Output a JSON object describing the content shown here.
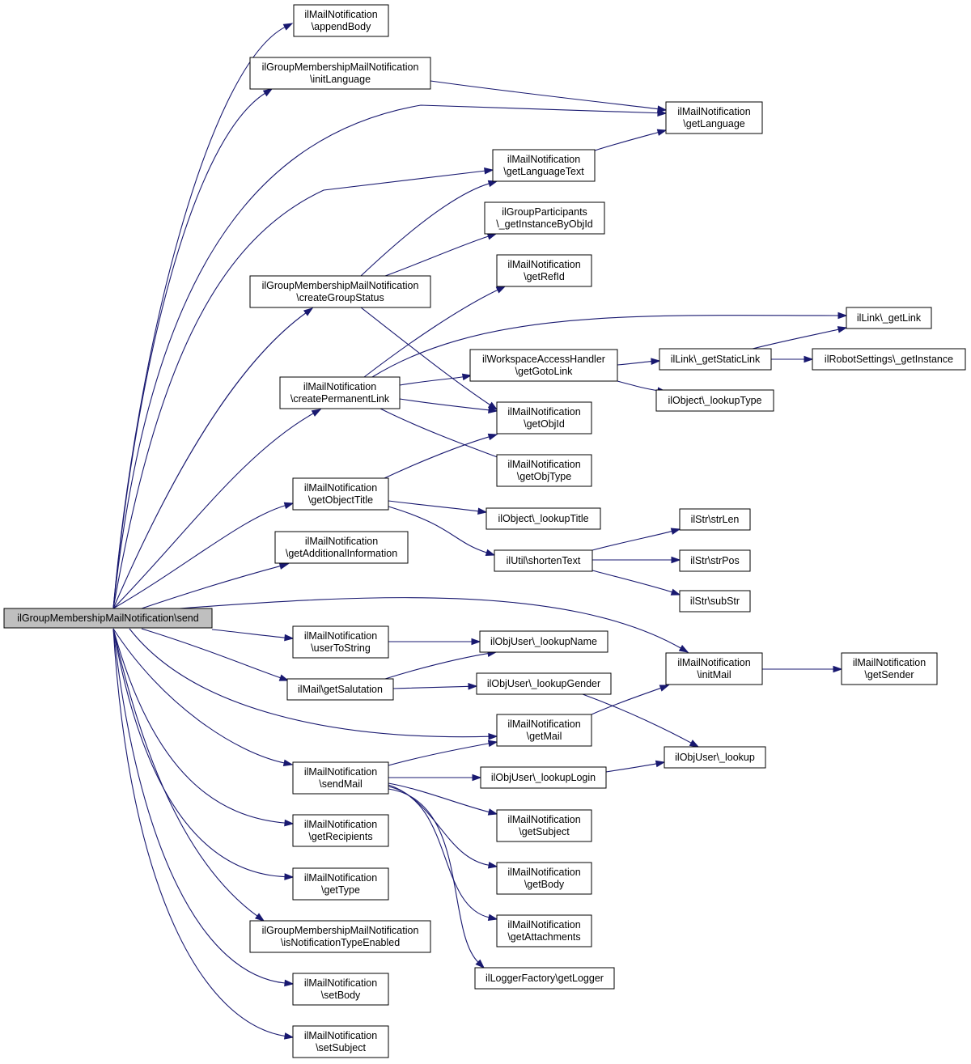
{
  "nodes": {
    "send": [
      "ilGroupMembershipMailNotification\\send"
    ],
    "appendBody": [
      "ilMailNotification",
      "\\appendBody"
    ],
    "initLanguage": [
      "ilGroupMembershipMailNotification",
      "\\initLanguage"
    ],
    "getLanguage": [
      "ilMailNotification",
      "\\getLanguage"
    ],
    "getLanguageText": [
      "ilMailNotification",
      "\\getLanguageText"
    ],
    "getInstanceByObjId": [
      "ilGroupParticipants",
      "\\_getInstanceByObjId"
    ],
    "getRefId": [
      "ilMailNotification",
      "\\getRefId"
    ],
    "createGroupStatus": [
      "ilGroupMembershipMailNotification",
      "\\createGroupStatus"
    ],
    "linkGetLink": [
      "ilLink\\_getLink"
    ],
    "createPermanentLink": [
      "ilMailNotification",
      "\\createPermanentLink"
    ],
    "getGotoLink": [
      "ilWorkspaceAccessHandler",
      "\\getGotoLink"
    ],
    "getStaticLink": [
      "ilLink\\_getStaticLink"
    ],
    "robotGetInstance": [
      "ilRobotSettings\\_getInstance"
    ],
    "lookupType": [
      "ilObject\\_lookupType"
    ],
    "getObjId": [
      "ilMailNotification",
      "\\getObjId"
    ],
    "getObjType": [
      "ilMailNotification",
      "\\getObjType"
    ],
    "getObjectTitle": [
      "ilMailNotification",
      "\\getObjectTitle"
    ],
    "lookupTitle": [
      "ilObject\\_lookupTitle"
    ],
    "strLen": [
      "ilStr\\strLen"
    ],
    "getAdditionalInformation": [
      "ilMailNotification",
      "\\getAdditionalInformation"
    ],
    "shortenText": [
      "ilUtil\\shortenText"
    ],
    "strPos": [
      "ilStr\\strPos"
    ],
    "subStr": [
      "ilStr\\subStr"
    ],
    "userToString": [
      "ilMailNotification",
      "\\userToString"
    ],
    "lookupName": [
      "ilObjUser\\_lookupName"
    ],
    "initMail": [
      "ilMailNotification",
      "\\initMail"
    ],
    "getSender": [
      "ilMailNotification",
      "\\getSender"
    ],
    "getSalutation": [
      "ilMail\\getSalutation"
    ],
    "lookupGender": [
      "ilObjUser\\_lookupGender"
    ],
    "getMail": [
      "ilMailNotification",
      "\\getMail"
    ],
    "userLookup": [
      "ilObjUser\\_lookup"
    ],
    "sendMail": [
      "ilMailNotification",
      "\\sendMail"
    ],
    "lookupLogin": [
      "ilObjUser\\_lookupLogin"
    ],
    "getSubject": [
      "ilMailNotification",
      "\\getSubject"
    ],
    "getRecipients": [
      "ilMailNotification",
      "\\getRecipients"
    ],
    "getBody": [
      "ilMailNotification",
      "\\getBody"
    ],
    "getType": [
      "ilMailNotification",
      "\\getType"
    ],
    "getAttachments": [
      "ilMailNotification",
      "\\getAttachments"
    ],
    "isNotificationTypeEnabled": [
      "ilGroupMembershipMailNotification",
      "\\isNotificationTypeEnabled"
    ],
    "getLogger": [
      "ilLoggerFactory\\getLogger"
    ],
    "setBody": [
      "ilMailNotification",
      "\\setBody"
    ],
    "setSubject": [
      "ilMailNotification",
      "\\setSubject"
    ]
  },
  "edges": [
    [
      "send",
      "appendBody"
    ],
    [
      "send",
      "initLanguage"
    ],
    [
      "send",
      "getLanguage"
    ],
    [
      "send",
      "getLanguageText"
    ],
    [
      "send",
      "createGroupStatus"
    ],
    [
      "send",
      "createPermanentLink"
    ],
    [
      "send",
      "getObjectTitle"
    ],
    [
      "send",
      "getAdditionalInformation"
    ],
    [
      "send",
      "initMail"
    ],
    [
      "send",
      "userToString"
    ],
    [
      "send",
      "getSalutation"
    ],
    [
      "send",
      "getMail"
    ],
    [
      "send",
      "sendMail"
    ],
    [
      "send",
      "getRecipients"
    ],
    [
      "send",
      "getType"
    ],
    [
      "send",
      "isNotificationTypeEnabled"
    ],
    [
      "send",
      "setBody"
    ],
    [
      "send",
      "setSubject"
    ],
    [
      "initLanguage",
      "getLanguage"
    ],
    [
      "getLanguageText",
      "getLanguage"
    ],
    [
      "createGroupStatus",
      "getLanguageText"
    ],
    [
      "createGroupStatus",
      "getInstanceByObjId"
    ],
    [
      "createGroupStatus",
      "getObjId"
    ],
    [
      "createPermanentLink",
      "getRefId"
    ],
    [
      "createPermanentLink",
      "linkGetLink"
    ],
    [
      "createPermanentLink",
      "getGotoLink"
    ],
    [
      "createPermanentLink",
      "getObjId"
    ],
    [
      "createPermanentLink",
      "getObjType"
    ],
    [
      "getGotoLink",
      "getStaticLink"
    ],
    [
      "getGotoLink",
      "lookupType"
    ],
    [
      "getStaticLink",
      "linkGetLink"
    ],
    [
      "getStaticLink",
      "robotGetInstance"
    ],
    [
      "getObjectTitle",
      "getObjId"
    ],
    [
      "getObjectTitle",
      "lookupTitle"
    ],
    [
      "getObjectTitle",
      "shortenText"
    ],
    [
      "shortenText",
      "strLen"
    ],
    [
      "shortenText",
      "strPos"
    ],
    [
      "shortenText",
      "subStr"
    ],
    [
      "userToString",
      "lookupName"
    ],
    [
      "getSalutation",
      "lookupName"
    ],
    [
      "getSalutation",
      "lookupGender"
    ],
    [
      "lookupGender",
      "userLookup"
    ],
    [
      "initMail",
      "getSender"
    ],
    [
      "getMail",
      "initMail"
    ],
    [
      "sendMail",
      "getMail"
    ],
    [
      "sendMail",
      "lookupLogin"
    ],
    [
      "sendMail",
      "getSubject"
    ],
    [
      "sendMail",
      "getBody"
    ],
    [
      "sendMail",
      "getAttachments"
    ],
    [
      "sendMail",
      "getLogger"
    ],
    [
      "lookupLogin",
      "userLookup"
    ]
  ]
}
